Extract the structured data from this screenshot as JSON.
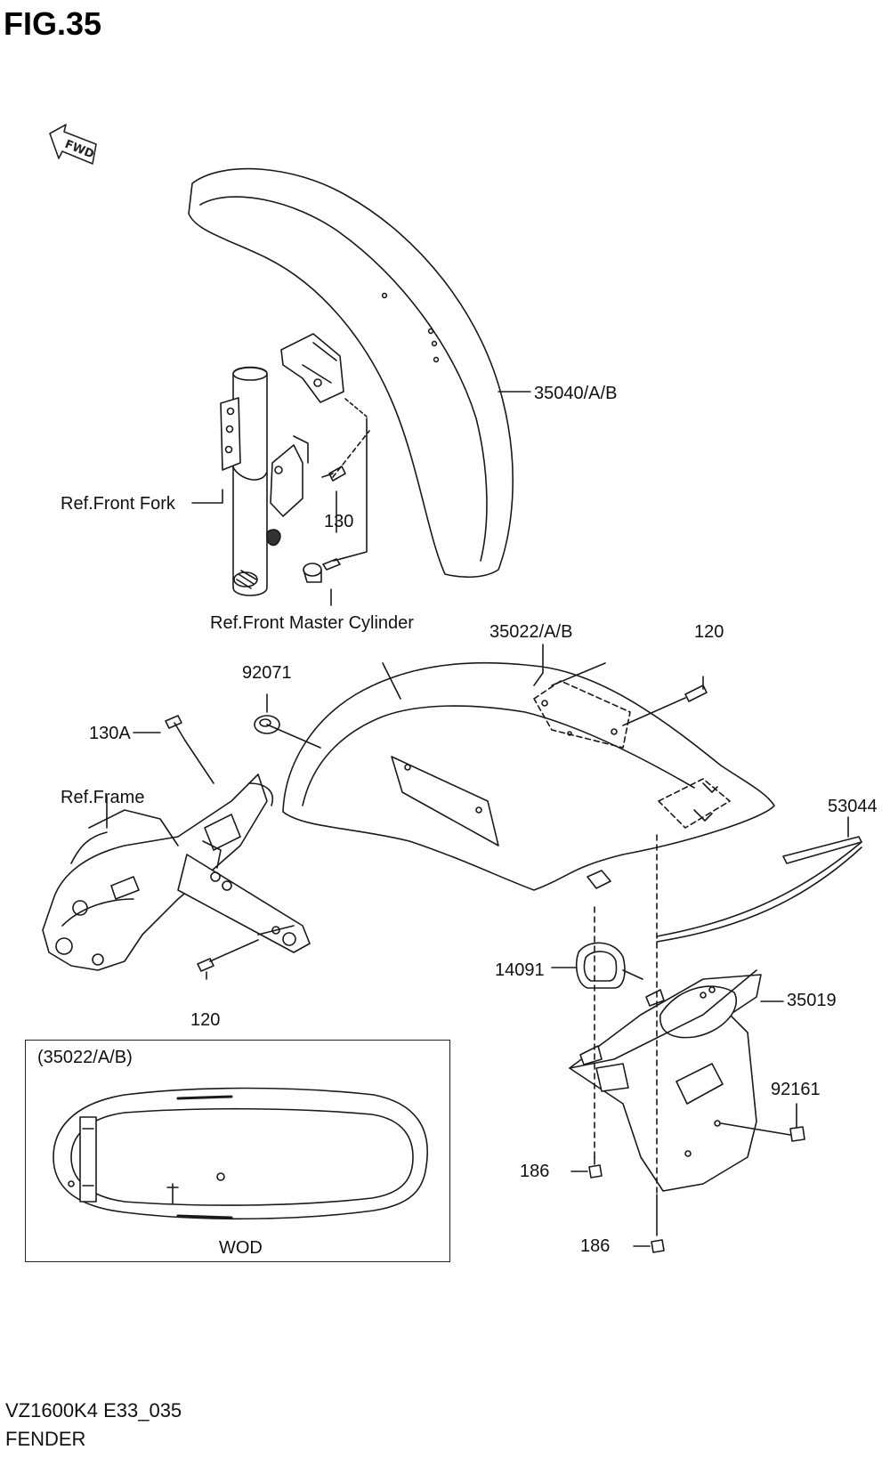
{
  "figure": {
    "title": "FIG.35",
    "code": "VZ1600K4 E33_035",
    "name": "FENDER"
  },
  "direction_tag": "FWD",
  "callouts": {
    "front_fender": "35040/A/B",
    "ref_front_fork": "Ref.Front Fork",
    "bolt_130": "130",
    "ref_front_master_cylinder": "Ref.Front Master Cylinder",
    "rear_fender": "35022/A/B",
    "bolt_120_top": "120",
    "cushion_92071": "92071",
    "bolt_130a": "130A",
    "ref_frame": "Ref.Frame",
    "trim_53044": "53044",
    "bolt_120_bottom": "120",
    "seal_14091": "14091",
    "rear_flap_35019": "35019",
    "nut_92161": "92161",
    "bolt_186_upper": "186",
    "bolt_186_lower": "186"
  },
  "inset": {
    "header": "(35022/A/B)",
    "caption": "WOD"
  }
}
